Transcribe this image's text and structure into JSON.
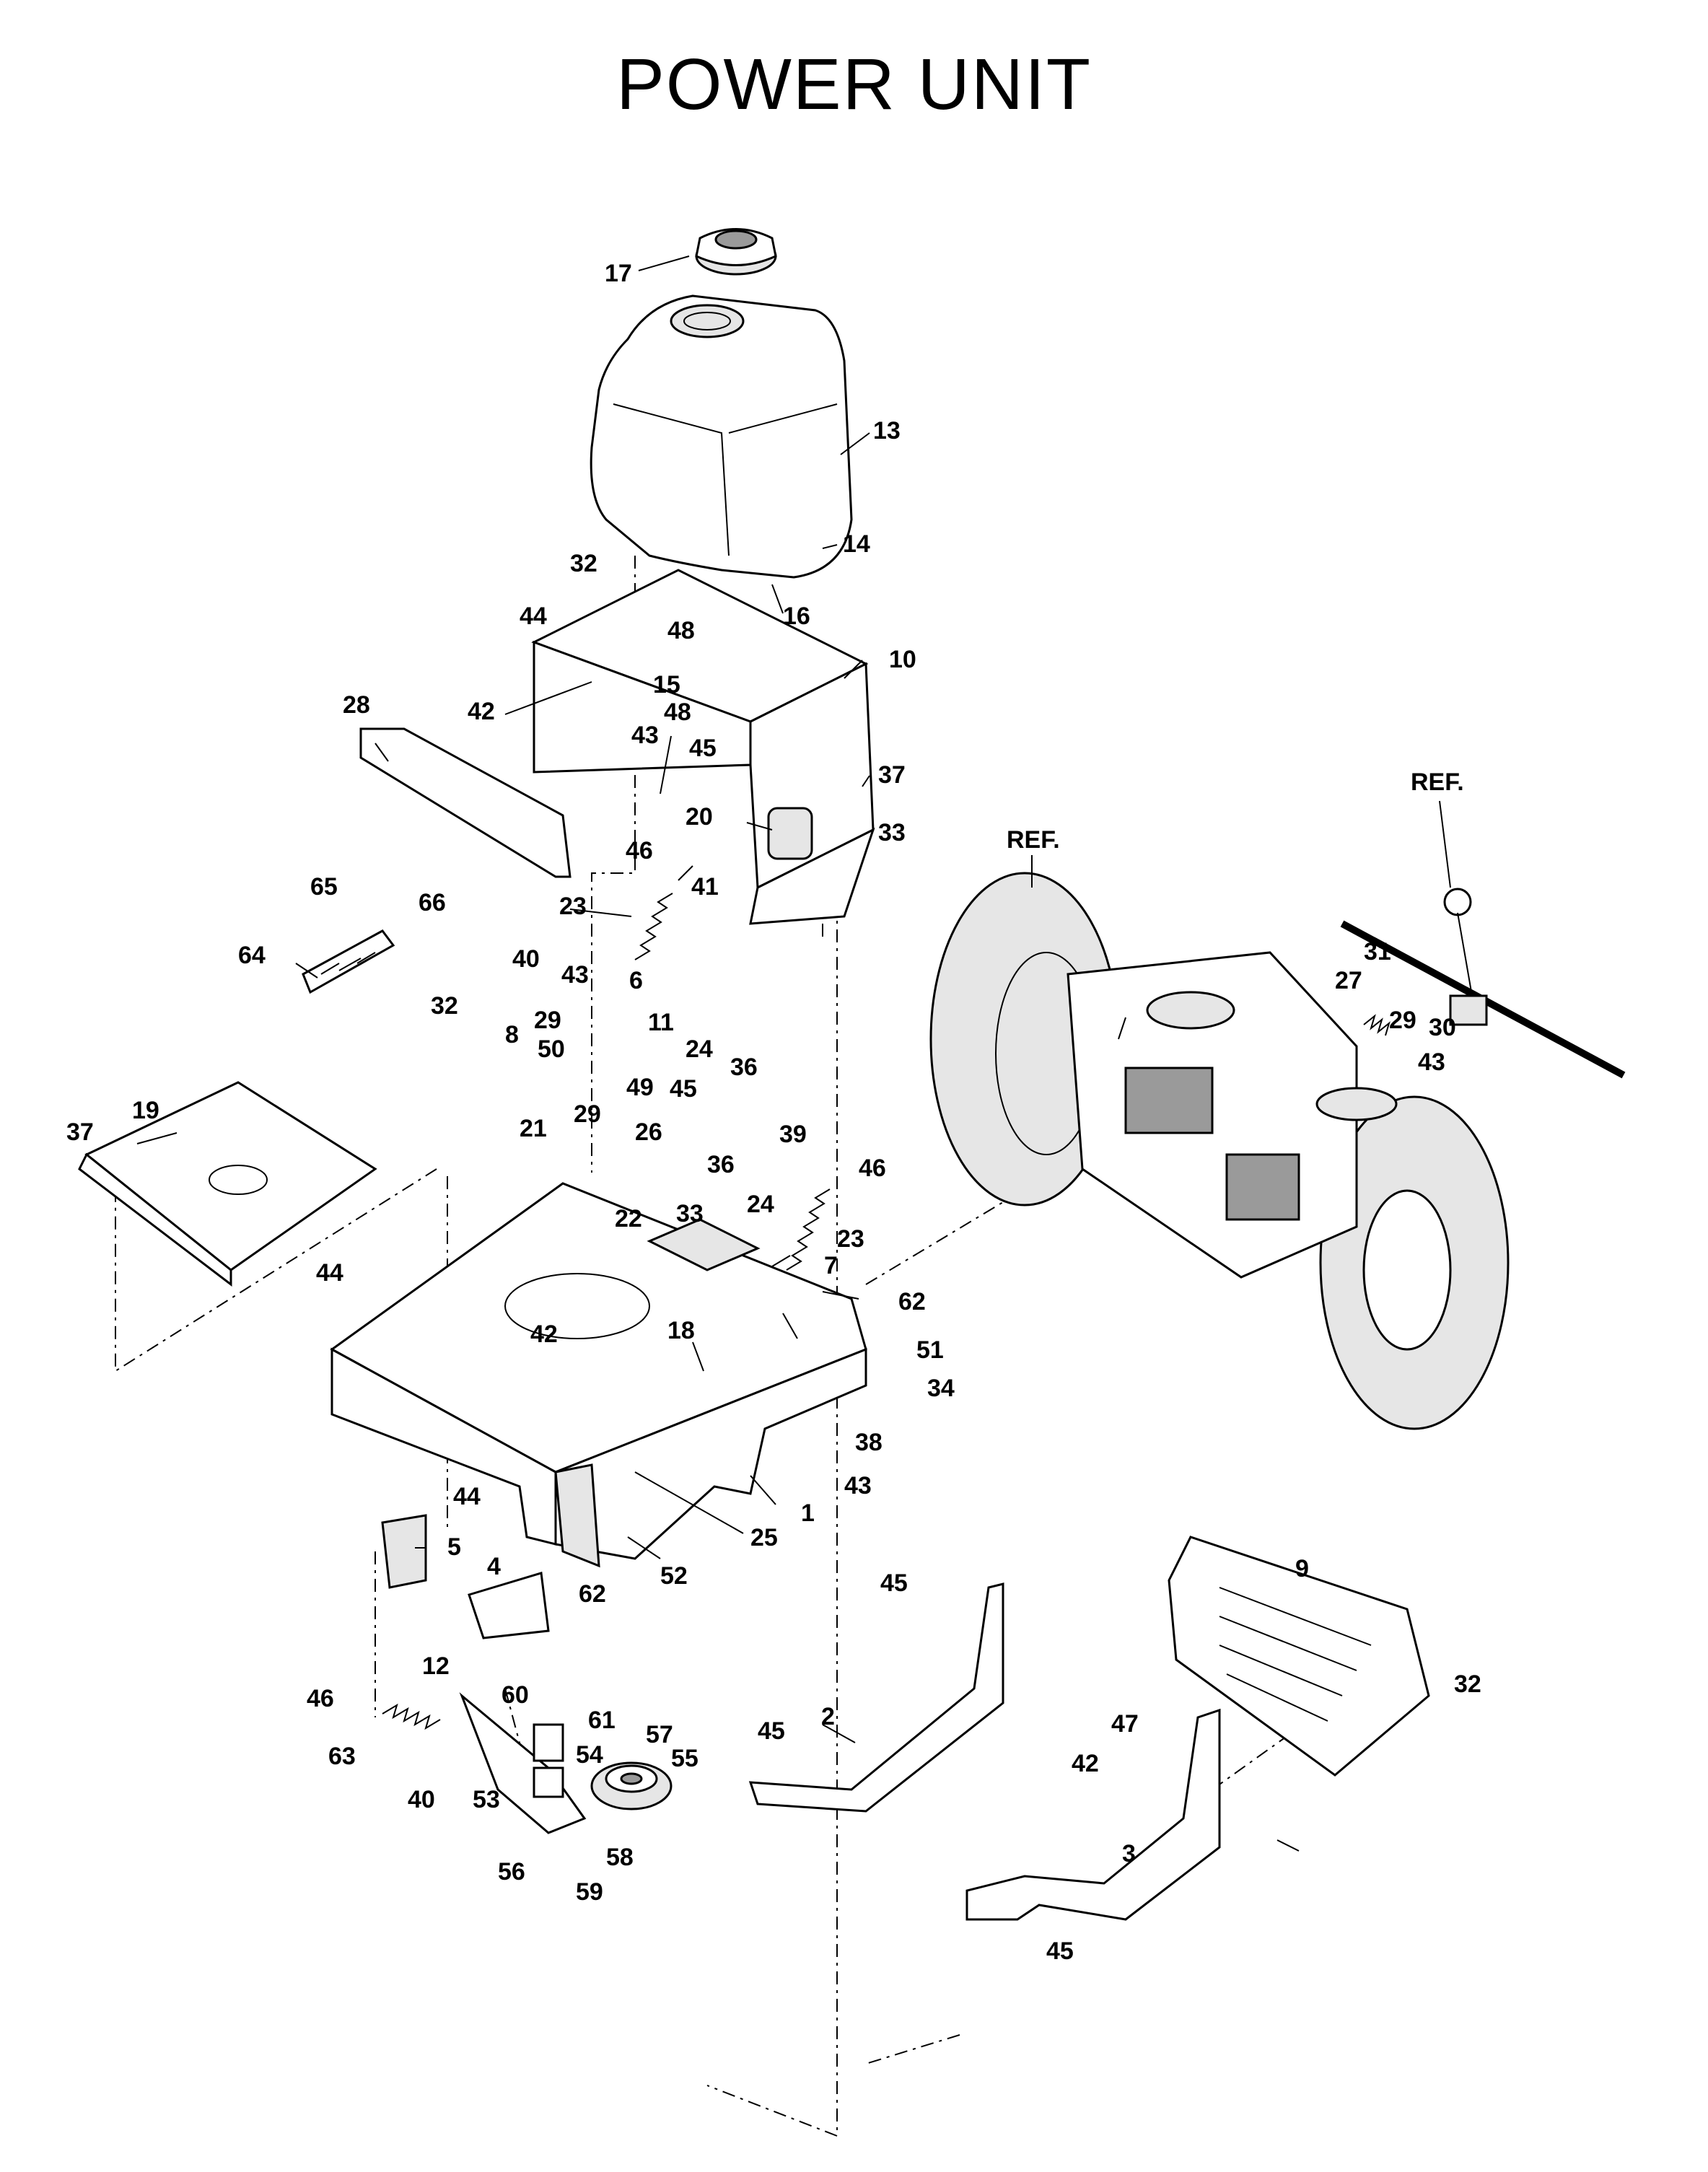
{
  "title": "POWER UNIT",
  "reference_label": "REF.",
  "callouts": [
    {
      "id": "c17",
      "text": "17"
    },
    {
      "id": "c13",
      "text": "13"
    },
    {
      "id": "c14",
      "text": "14"
    },
    {
      "id": "c32a",
      "text": "32"
    },
    {
      "id": "c44a",
      "text": "44"
    },
    {
      "id": "c16",
      "text": "16"
    },
    {
      "id": "c48a",
      "text": "48"
    },
    {
      "id": "c15",
      "text": "15"
    },
    {
      "id": "c48b",
      "text": "48"
    },
    {
      "id": "c10",
      "text": "10"
    },
    {
      "id": "c28",
      "text": "28"
    },
    {
      "id": "c42a",
      "text": "42"
    },
    {
      "id": "c43a",
      "text": "43"
    },
    {
      "id": "c45a",
      "text": "45"
    },
    {
      "id": "c37a",
      "text": "37"
    },
    {
      "id": "c20",
      "text": "20"
    },
    {
      "id": "c33a",
      "text": "33"
    },
    {
      "id": "c46a",
      "text": "46"
    },
    {
      "id": "c41",
      "text": "41"
    },
    {
      "id": "c23a",
      "text": "23"
    },
    {
      "id": "c65",
      "text": "65"
    },
    {
      "id": "c66",
      "text": "66"
    },
    {
      "id": "c64",
      "text": "64"
    },
    {
      "id": "c40a",
      "text": "40"
    },
    {
      "id": "c43b",
      "text": "43"
    },
    {
      "id": "c6",
      "text": "6"
    },
    {
      "id": "c32b",
      "text": "32"
    },
    {
      "id": "c29a",
      "text": "29"
    },
    {
      "id": "c8",
      "text": "8"
    },
    {
      "id": "c50",
      "text": "50"
    },
    {
      "id": "c11",
      "text": "11"
    },
    {
      "id": "c24a",
      "text": "24"
    },
    {
      "id": "c36a",
      "text": "36"
    },
    {
      "id": "c49",
      "text": "49"
    },
    {
      "id": "c45b",
      "text": "45"
    },
    {
      "id": "c19",
      "text": "19"
    },
    {
      "id": "c37b",
      "text": "37"
    },
    {
      "id": "c21",
      "text": "21"
    },
    {
      "id": "c29b",
      "text": "29"
    },
    {
      "id": "c26",
      "text": "26"
    },
    {
      "id": "c36b",
      "text": "36"
    },
    {
      "id": "c39",
      "text": "39"
    },
    {
      "id": "c46b",
      "text": "46"
    },
    {
      "id": "c24b",
      "text": "24"
    },
    {
      "id": "c22",
      "text": "22"
    },
    {
      "id": "c33b",
      "text": "33"
    },
    {
      "id": "c23b",
      "text": "23"
    },
    {
      "id": "c7",
      "text": "7"
    },
    {
      "id": "c44b",
      "text": "44"
    },
    {
      "id": "c62a",
      "text": "62"
    },
    {
      "id": "c42b",
      "text": "42"
    },
    {
      "id": "c18",
      "text": "18"
    },
    {
      "id": "c51",
      "text": "51"
    },
    {
      "id": "c34",
      "text": "34"
    },
    {
      "id": "c38",
      "text": "38"
    },
    {
      "id": "c43c",
      "text": "43"
    },
    {
      "id": "c44c",
      "text": "44"
    },
    {
      "id": "c1",
      "text": "1"
    },
    {
      "id": "c25",
      "text": "25"
    },
    {
      "id": "c52",
      "text": "52"
    },
    {
      "id": "c5",
      "text": "5"
    },
    {
      "id": "c4",
      "text": "4"
    },
    {
      "id": "c62b",
      "text": "62"
    },
    {
      "id": "c12",
      "text": "12"
    },
    {
      "id": "c46c",
      "text": "46"
    },
    {
      "id": "c60",
      "text": "60"
    },
    {
      "id": "c61",
      "text": "61"
    },
    {
      "id": "c57",
      "text": "57"
    },
    {
      "id": "c63",
      "text": "63"
    },
    {
      "id": "c54",
      "text": "54"
    },
    {
      "id": "c55",
      "text": "55"
    },
    {
      "id": "c40b",
      "text": "40"
    },
    {
      "id": "c53",
      "text": "53"
    },
    {
      "id": "c58",
      "text": "58"
    },
    {
      "id": "c56",
      "text": "56"
    },
    {
      "id": "c59",
      "text": "59"
    },
    {
      "id": "c45c",
      "text": "45"
    },
    {
      "id": "c2",
      "text": "2"
    },
    {
      "id": "c45d",
      "text": "45"
    },
    {
      "id": "c9",
      "text": "9"
    },
    {
      "id": "c32c",
      "text": "32"
    },
    {
      "id": "c47",
      "text": "47"
    },
    {
      "id": "c42c",
      "text": "42"
    },
    {
      "id": "c3",
      "text": "3"
    },
    {
      "id": "c45e",
      "text": "45"
    },
    {
      "id": "c31",
      "text": "31"
    },
    {
      "id": "c27",
      "text": "27"
    },
    {
      "id": "c29c",
      "text": "29"
    },
    {
      "id": "c30",
      "text": "30"
    },
    {
      "id": "c43d",
      "text": "43"
    }
  ]
}
